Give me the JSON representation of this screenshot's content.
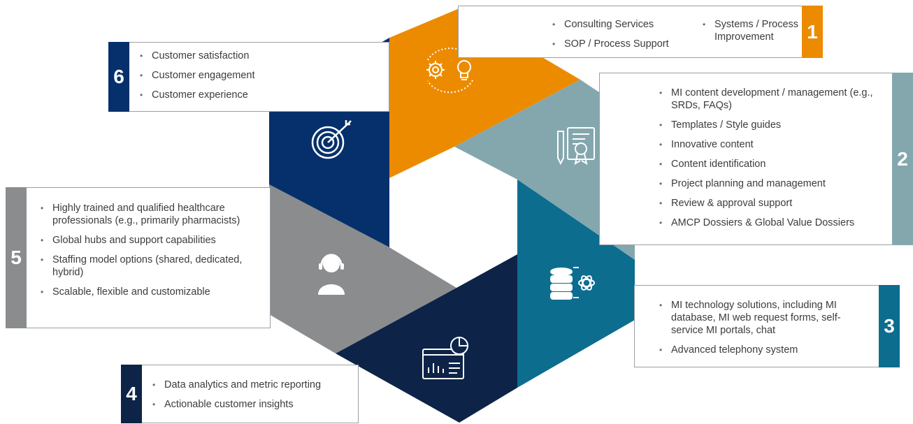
{
  "colors": {
    "orange": "#ec8b00",
    "slate": "#84a7ae",
    "teal": "#0c6d8f",
    "navy": "#0d2448",
    "gray": "#8a8c8e",
    "blue": "#06306b"
  },
  "sections": [
    {
      "number": "1",
      "color": "#ec8b00",
      "icon": "gear-lightbulb-icon",
      "items": [
        "Consulting Services",
        "SOP / Process Support",
        "Systems / Process Improvement"
      ]
    },
    {
      "number": "2",
      "color": "#84a7ae",
      "icon": "document-certificate-icon",
      "items": [
        "MI content development / management (e.g., SRDs, FAQs)",
        "Templates / Style guides",
        "Innovative content",
        "Content identification",
        "Project planning and management",
        "Review & approval support",
        "AMCP Dossiers & Global Value Dossiers"
      ]
    },
    {
      "number": "3",
      "color": "#0c6d8f",
      "icon": "database-atom-icon",
      "items": [
        "MI technology solutions, including MI database, MI web request forms, self-service MI portals, chat",
        "Advanced telephony system"
      ]
    },
    {
      "number": "4",
      "color": "#0d2448",
      "icon": "analytics-dashboard-icon",
      "items": [
        "Data analytics and metric reporting",
        "Actionable customer insights"
      ]
    },
    {
      "number": "5",
      "color": "#8a8c8e",
      "icon": "headset-agent-icon",
      "items": [
        "Highly trained and qualified healthcare professionals (e.g., primarily pharmacists)",
        "Global hubs and support capabilities",
        "Staffing model options (shared, dedicated, hybrid)",
        "Scalable, flexible and customizable"
      ]
    },
    {
      "number": "6",
      "color": "#06306b",
      "icon": "target-icon",
      "items": [
        "Customer satisfaction",
        "Customer engagement",
        "Customer experience"
      ]
    }
  ]
}
